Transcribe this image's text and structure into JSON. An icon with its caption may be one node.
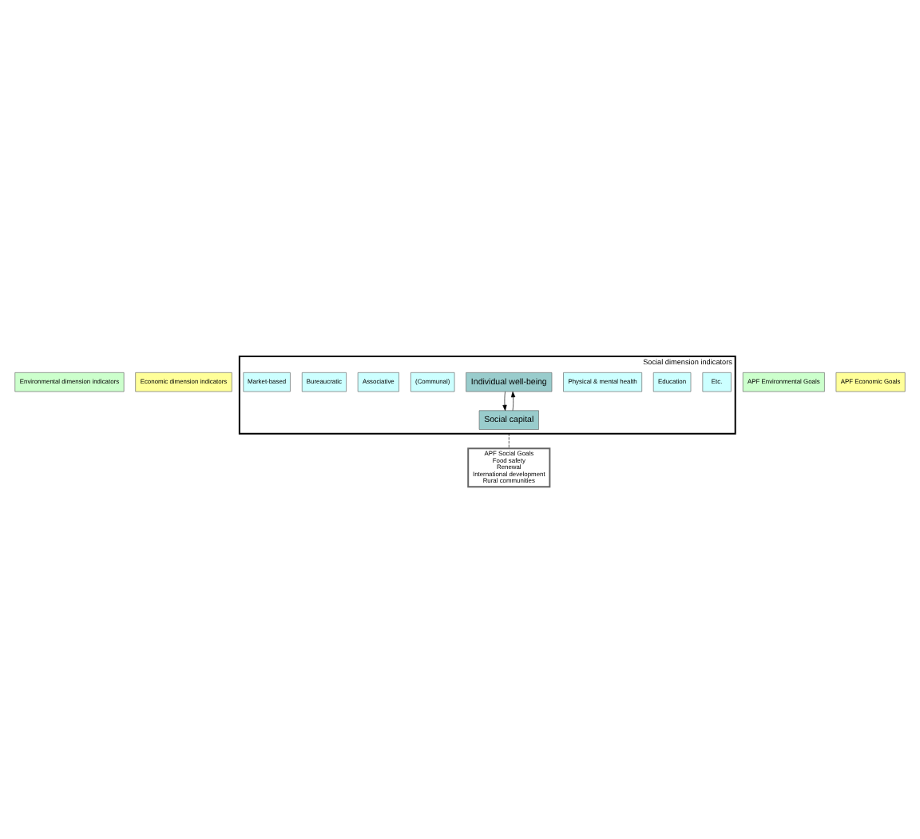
{
  "diagram": {
    "nodes": [
      {
        "text": [
          "Environmental dimension indicators"
        ]
      },
      {
        "text": [
          "Economic dimension indicators"
        ]
      },
      {
        "text": [
          "Social dimension indicators"
        ]
      },
      {
        "text": [
          "Etc."
        ],
        "in": 2
      },
      {
        "text": [
          "Education"
        ],
        "in": 2
      },
      {
        "text": [
          "Physical & mental health"
        ],
        "in": 2
      },
      {
        "text": [
          "Individual well-being"
        ],
        "in": 2
      },
      {
        "text": [
          "(Communal)"
        ],
        "in": 2
      },
      {
        "text": [
          "Associative"
        ],
        "in": 2
      },
      {
        "text": [
          "Bureaucratic"
        ],
        "in": 2
      },
      {
        "text": [
          "Market-based"
        ],
        "in": 2
      },
      {
        "text": [
          "Social capital"
        ],
        "in": 2
      },
      {
        "text": [
          "APF Environmental Goals"
        ]
      },
      {
        "text": [
          "APF Economic Goals"
        ]
      },
      {
        "text": [
          "APF Social Goals",
          "Food safety",
          "Renewal",
          "International development",
          "Rural communities"
        ]
      }
    ],
    "edges": [
      {
        "from": 6,
        "to": 11,
        "arrow": "to"
      },
      {
        "from": 11,
        "to": 6,
        "arrow": "to"
      },
      {
        "from": 2,
        "to": 14,
        "arrow": "none",
        "style": "dashed"
      }
    ]
  }
}
